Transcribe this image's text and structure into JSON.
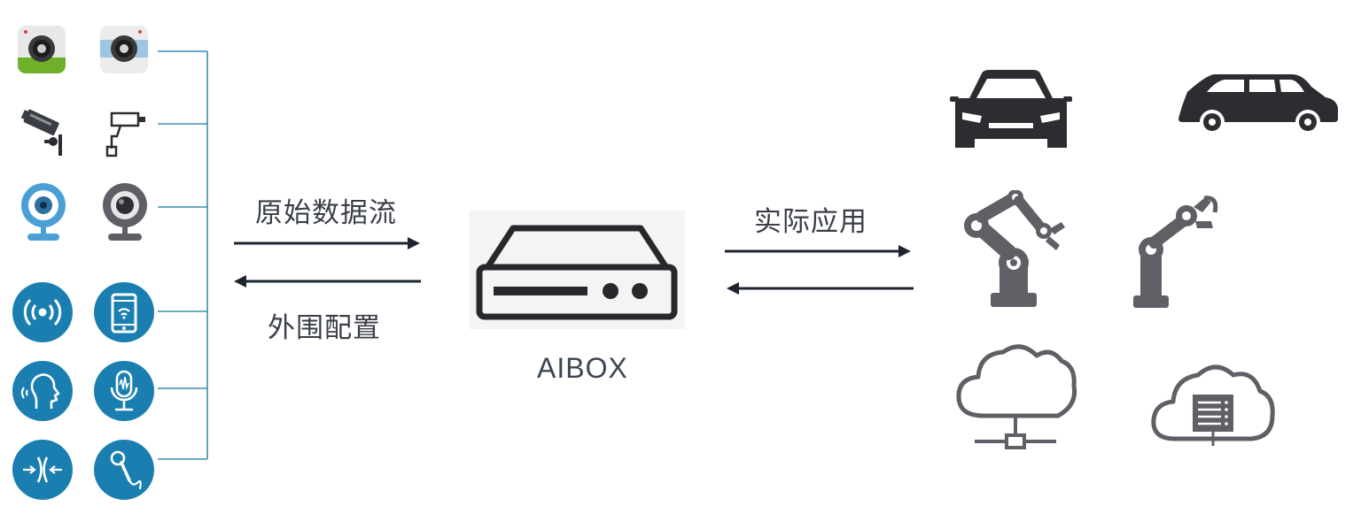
{
  "labels": {
    "raw_stream": "原始数据流",
    "peripheral_config": "外围配置",
    "actual_application": "实际应用",
    "device": "AIBOX"
  },
  "icons": {
    "inputs": [
      "camera-app-green-icon",
      "camera-app-blue-icon",
      "cctv-camera-icon",
      "cctv-camera-outline-icon",
      "webcam-blue-icon",
      "webcam-gray-icon",
      "wireless-signal-icon",
      "smartphone-wifi-icon",
      "voice-head-icon",
      "microphone-waveform-icon",
      "sensor-waves-icon",
      "handheld-microphone-icon"
    ],
    "outputs": [
      "sedan-car-icon",
      "suv-car-icon",
      "robot-arm-large-icon",
      "robot-arm-small-icon",
      "cloud-network-icon",
      "cloud-server-icon"
    ]
  },
  "colors": {
    "accent_blue": "#1a8ab5",
    "bracket_line": "#3b8db0",
    "arrow": "#1e2430",
    "text": "#3a3f47",
    "icon_dark": "#2b2d31",
    "robot_gray": "#5e6066"
  }
}
